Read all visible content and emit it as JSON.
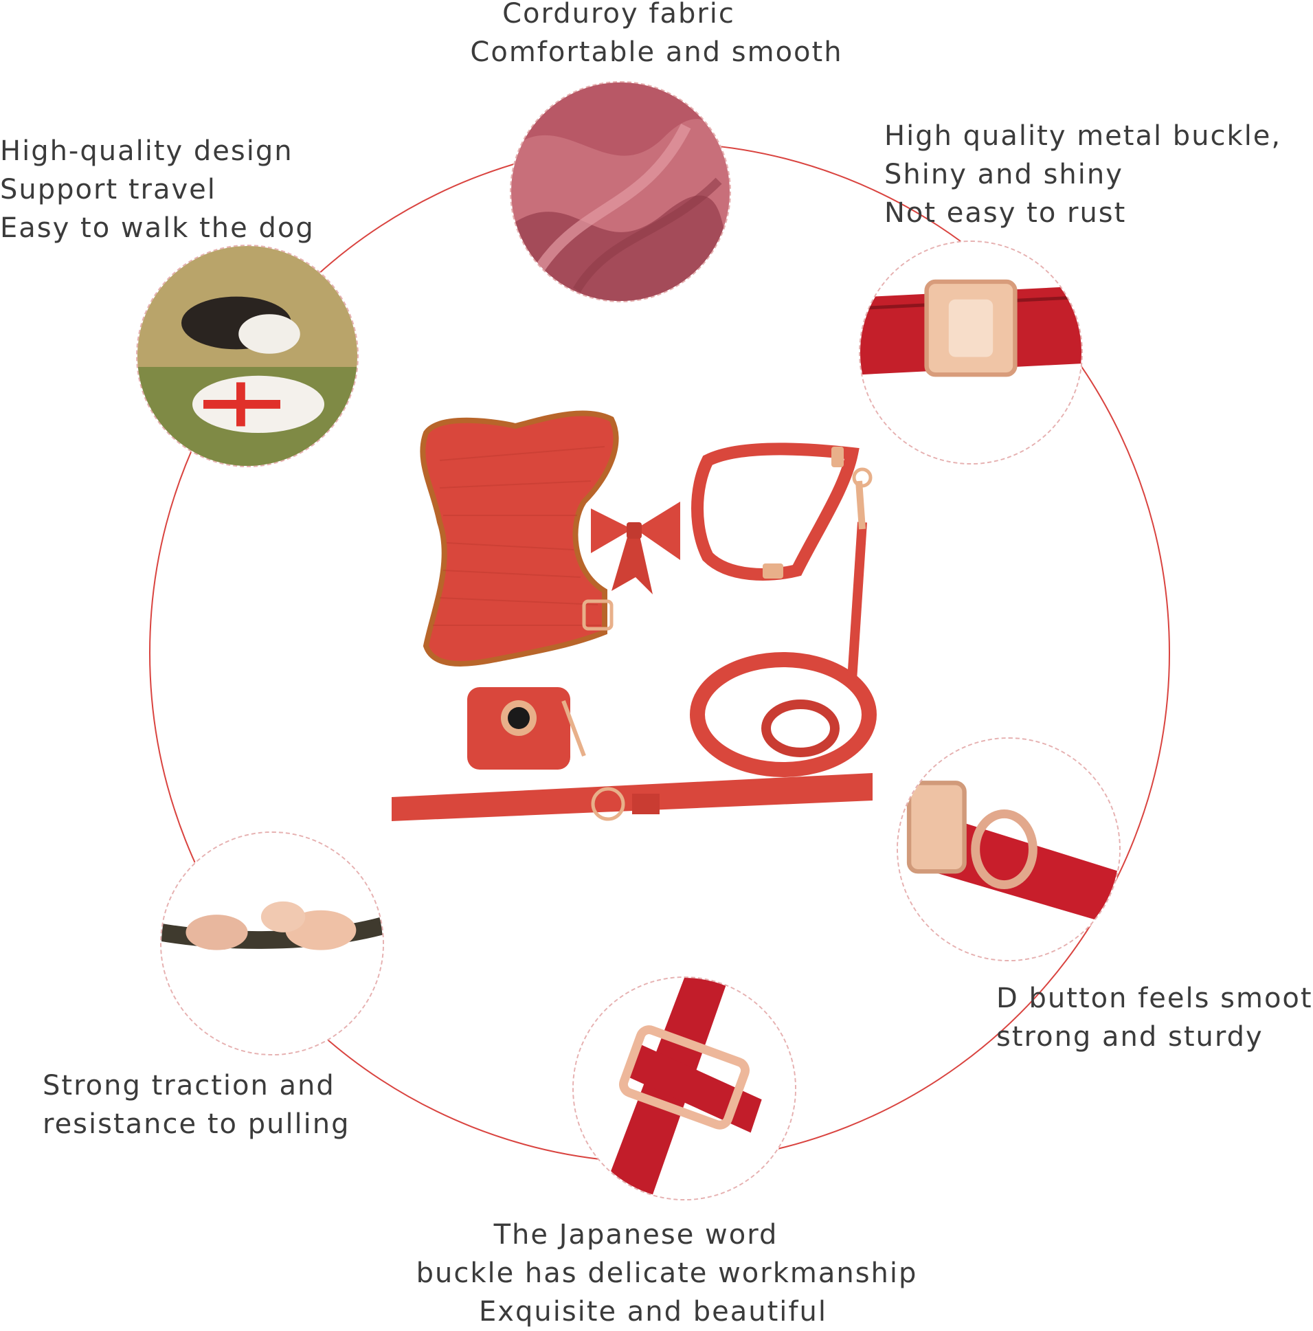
{
  "colors": {
    "accent": "#d9433f",
    "text": "#3b3b3b",
    "fabric": "#d4493a",
    "gold": "#e8b08a"
  },
  "captions": {
    "top": [
      "Corduroy fabric",
      "Comfortable and smooth"
    ],
    "top_left": [
      "High-quality design",
      "Support travel",
      "Easy to walk the dog"
    ],
    "top_right": [
      "High quality metal buckle,",
      "Shiny and shiny",
      "Not easy to rust"
    ],
    "bottom_left": [
      "Strong traction and",
      "resistance to pulling"
    ],
    "bottom_right": [
      "D button feels smooth,",
      "strong and sturdy"
    ],
    "bottom": [
      "The Japanese word",
      "buckle has delicate workmanship",
      "Exquisite and beautiful"
    ]
  },
  "icons": {
    "top": "velvet-fabric-photo",
    "top_left": "dogs-playing-photo",
    "top_right": "metal-buckle-photo",
    "bottom_left": "tug-rope-photo",
    "bottom_right": "d-ring-photo",
    "bottom": "slide-buckle-photo",
    "center": "harness-set-photo"
  }
}
